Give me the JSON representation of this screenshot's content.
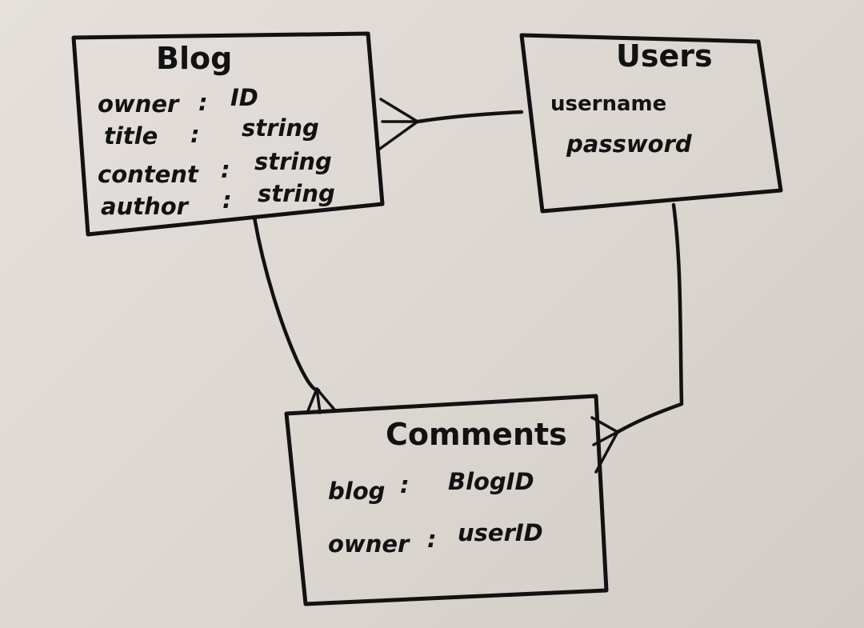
{
  "colors": {
    "ink": "#121212",
    "paper": "#e0dad5"
  },
  "entities": {
    "blog": {
      "title": "Blog",
      "fields": [
        {
          "name": "owner",
          "sep": ":",
          "type": "ID"
        },
        {
          "name": "title",
          "sep": ":",
          "type": "string"
        },
        {
          "name": "content",
          "sep": ":",
          "type": "string"
        },
        {
          "name": "author",
          "sep": ":",
          "type": "string"
        }
      ]
    },
    "users": {
      "title": "Users",
      "fields": [
        {
          "name": "username"
        },
        {
          "name": "password"
        }
      ]
    },
    "comments": {
      "title": "Comments",
      "fields": [
        {
          "name": "blog",
          "sep": ":",
          "type": "BlogID"
        },
        {
          "name": "owner",
          "sep": ":",
          "type": "userID"
        }
      ]
    }
  }
}
